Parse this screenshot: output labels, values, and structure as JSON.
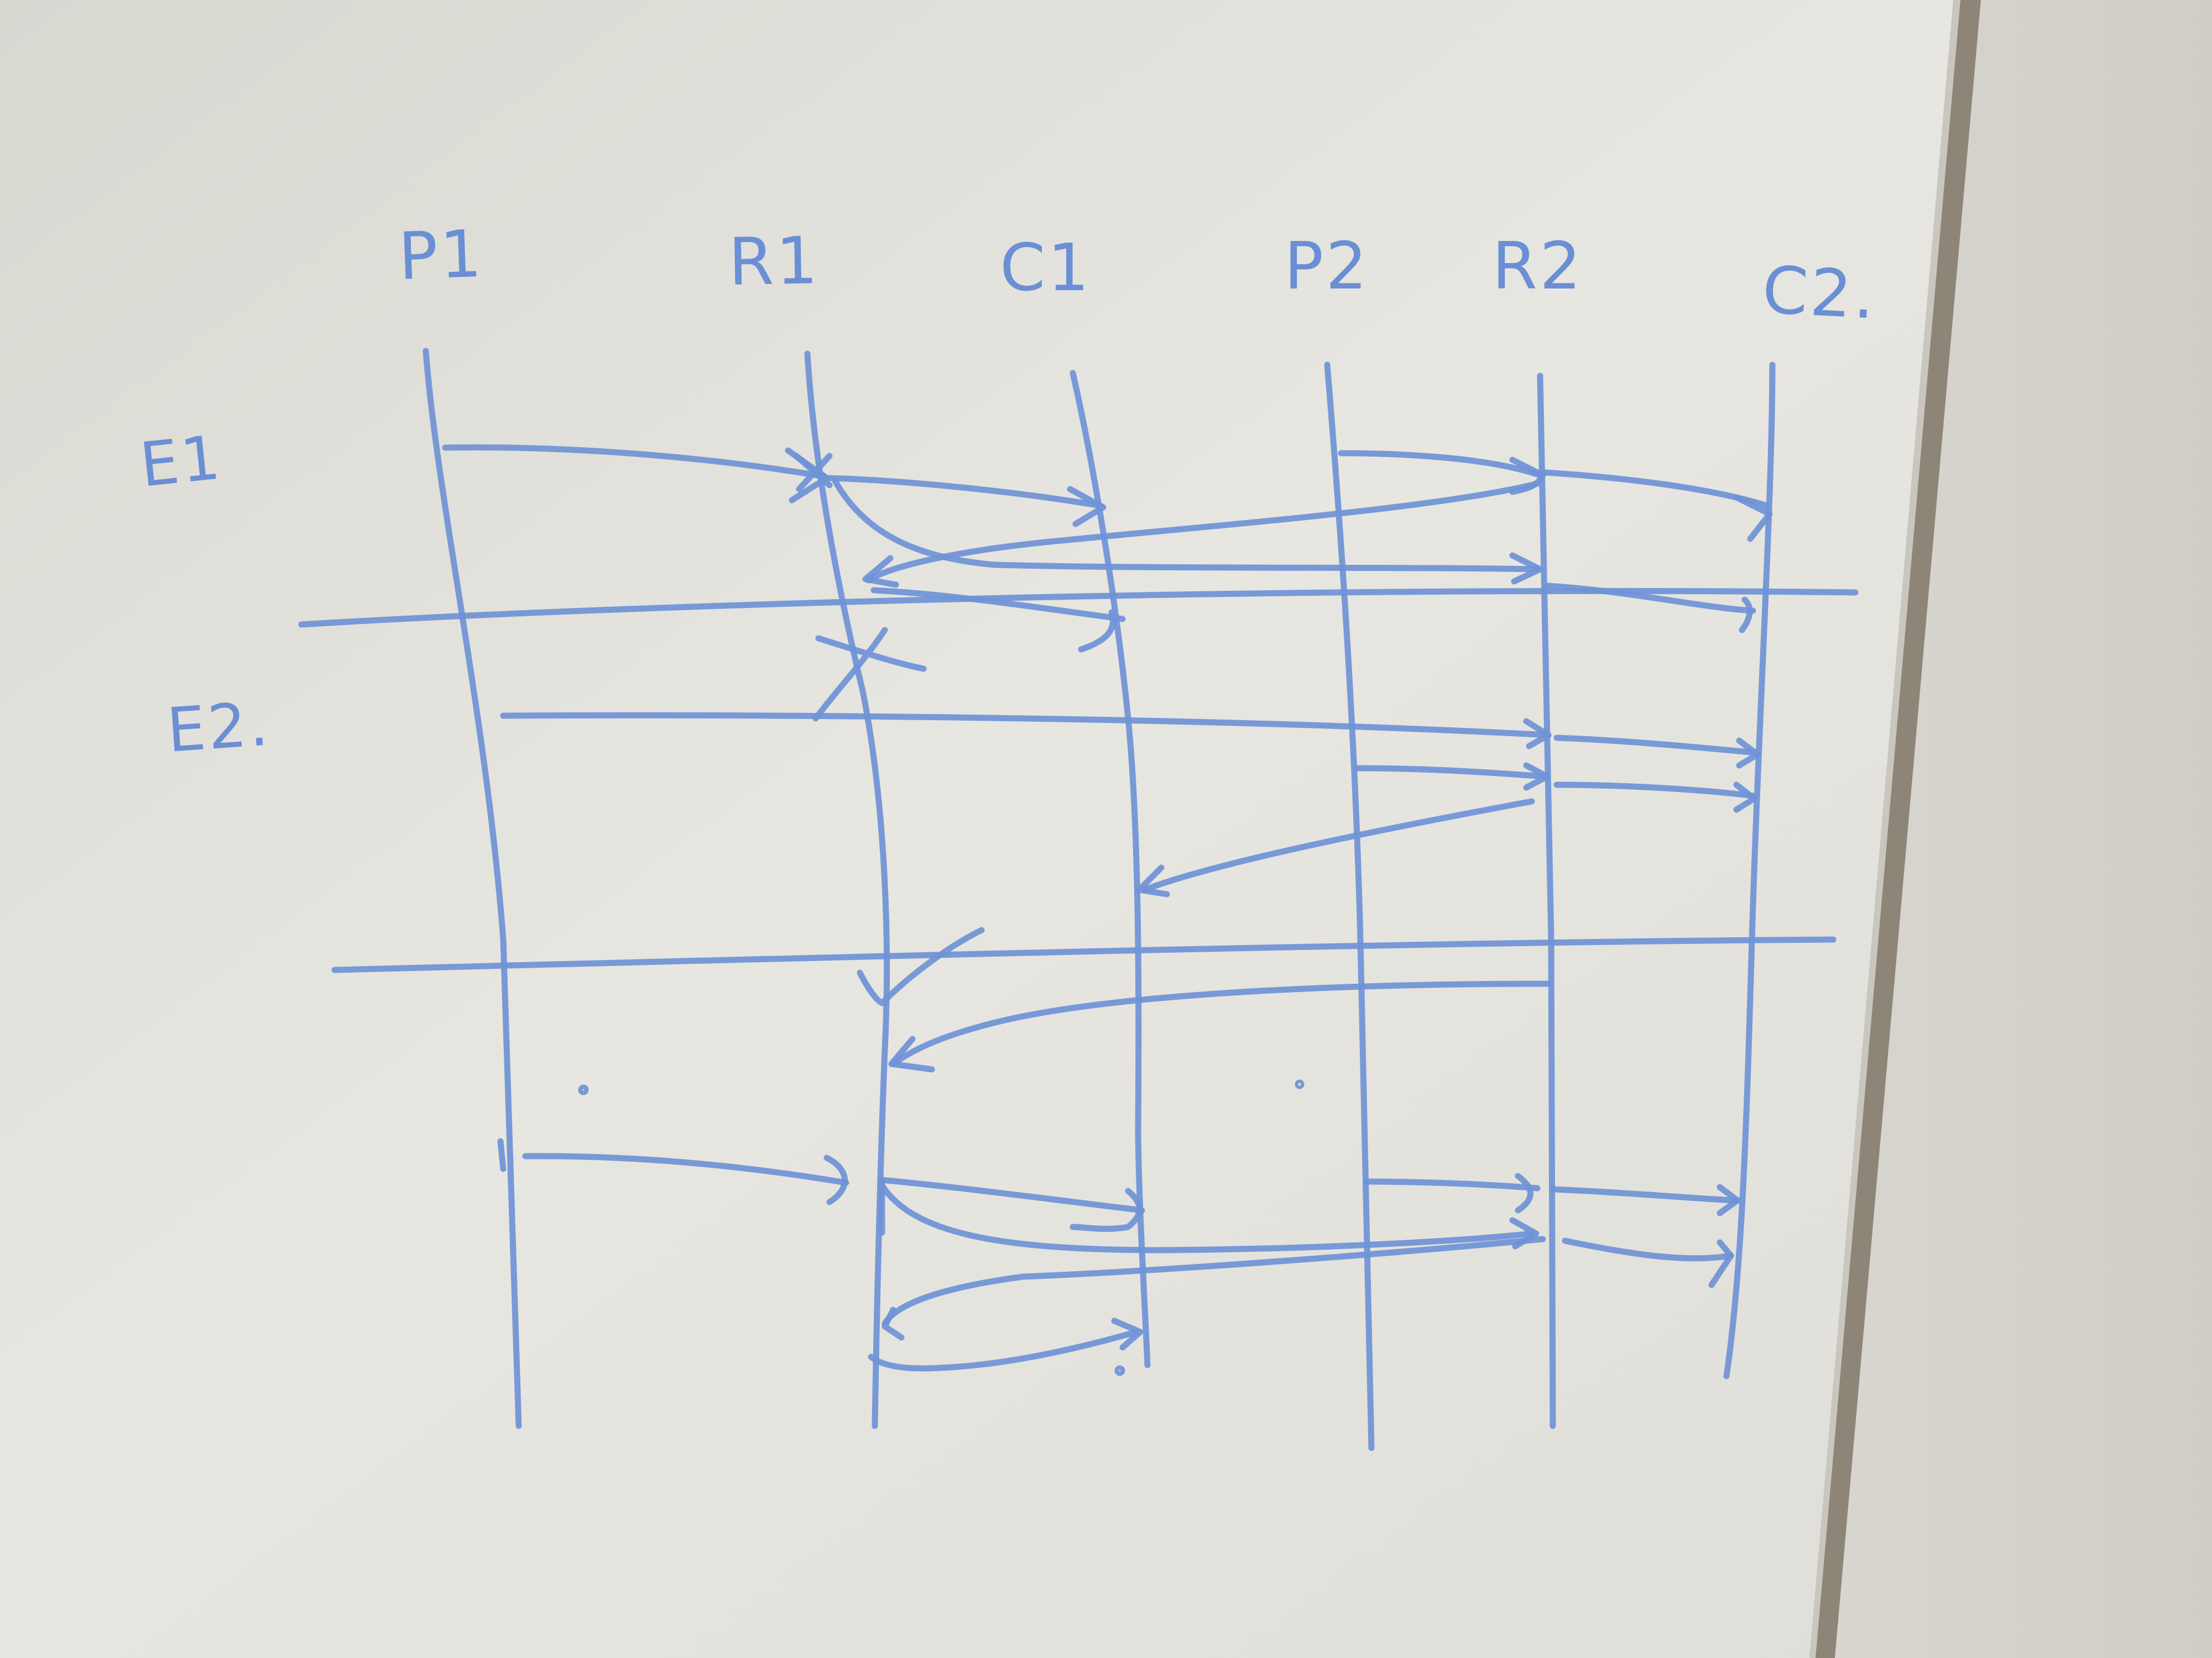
{
  "diagram": {
    "columns": [
      {
        "id": "p1",
        "label": "P1"
      },
      {
        "id": "r1",
        "label": "R1"
      },
      {
        "id": "c1",
        "label": "C1"
      },
      {
        "id": "p2",
        "label": "P2"
      },
      {
        "id": "r2",
        "label": "R2"
      },
      {
        "id": "c2",
        "label": "C2."
      }
    ],
    "rows": [
      {
        "id": "e1",
        "label": "E1"
      },
      {
        "id": "e2",
        "label": "E2."
      }
    ],
    "marks": {
      "reject_cross": "X",
      "accept_check": "✓"
    }
  },
  "colors": {
    "ink": "#6f93d6",
    "board": "#e4e3de",
    "board_frame": "#8d8578",
    "wall": "#d6d4cc"
  }
}
